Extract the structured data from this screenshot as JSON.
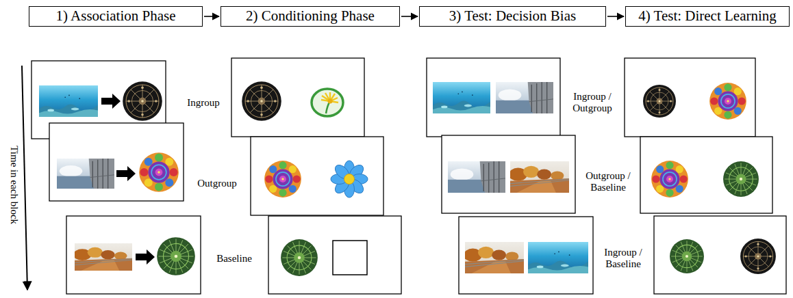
{
  "diagram": {
    "nodes": [
      {
        "text": [
          "1) Association Phase"
        ]
      },
      {
        "text": [
          "2) Conditioning Phase"
        ]
      },
      {
        "text": [
          "3) Test: Decision Bias"
        ]
      },
      {
        "text": [
          "4) Test: Direct Learning"
        ]
      }
    ],
    "edges": [
      {
        "from": 0,
        "to": 1,
        "arrow": "to"
      },
      {
        "from": 1,
        "to": 2,
        "arrow": "to"
      },
      {
        "from": 2,
        "to": 3,
        "arrow": "to"
      }
    ],
    "labels": [
      "Time in each block",
      "Ingroup",
      "Outgroup",
      "Baseline",
      "Ingroup / Outgroup",
      "Outgroup / Baseline",
      "Ingroup / Baseline"
    ]
  }
}
